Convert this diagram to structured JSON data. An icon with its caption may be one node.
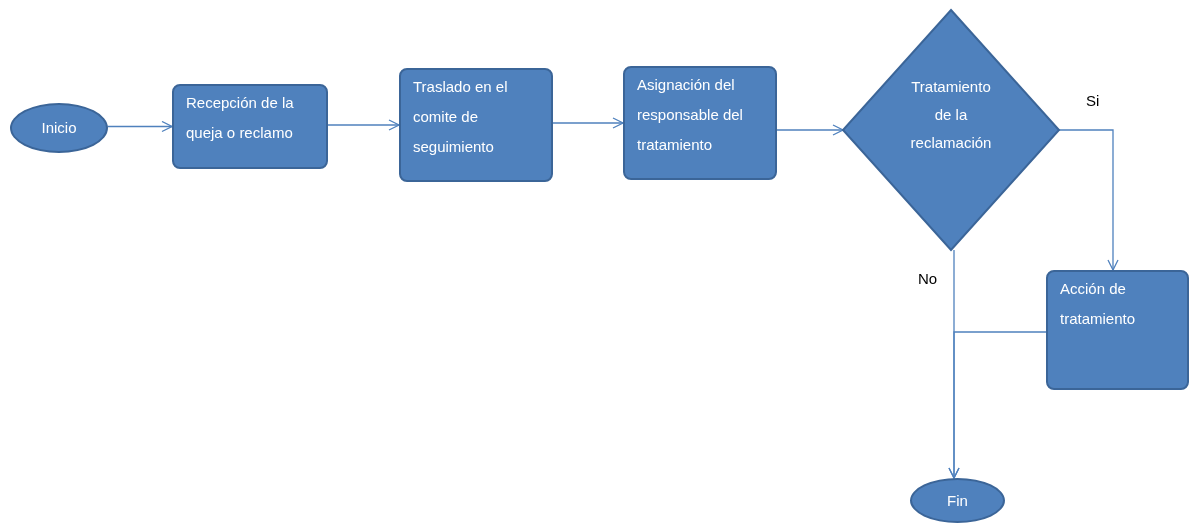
{
  "diagram": {
    "nodes": [
      {
        "text": [
          "Inicio"
        ]
      },
      {
        "text": [
          "Recepción de la queja o reclamo"
        ]
      },
      {
        "text": [
          "Traslado en el comite de seguimiento"
        ]
      },
      {
        "text": [
          "Asignación del responsable del tratamiento"
        ]
      },
      {
        "text": [
          "Tratamiento de la reclamación"
        ]
      },
      {
        "text": [
          "Acción de tratamiento"
        ]
      },
      {
        "text": [
          "Fin"
        ]
      }
    ],
    "edges": [
      {
        "from": 0,
        "to": 1,
        "arrow": "to"
      },
      {
        "from": 1,
        "to": 2,
        "arrow": "to"
      },
      {
        "from": 2,
        "to": 3,
        "arrow": "to"
      },
      {
        "from": 3,
        "to": 4,
        "arrow": "to"
      },
      {
        "from": 4,
        "to": 5,
        "arrow": "to",
        "label": "Si"
      },
      {
        "from": 4,
        "to": 6,
        "arrow": "to",
        "label": "No"
      },
      {
        "from": 5,
        "to": 6,
        "arrow": "to"
      }
    ]
  }
}
